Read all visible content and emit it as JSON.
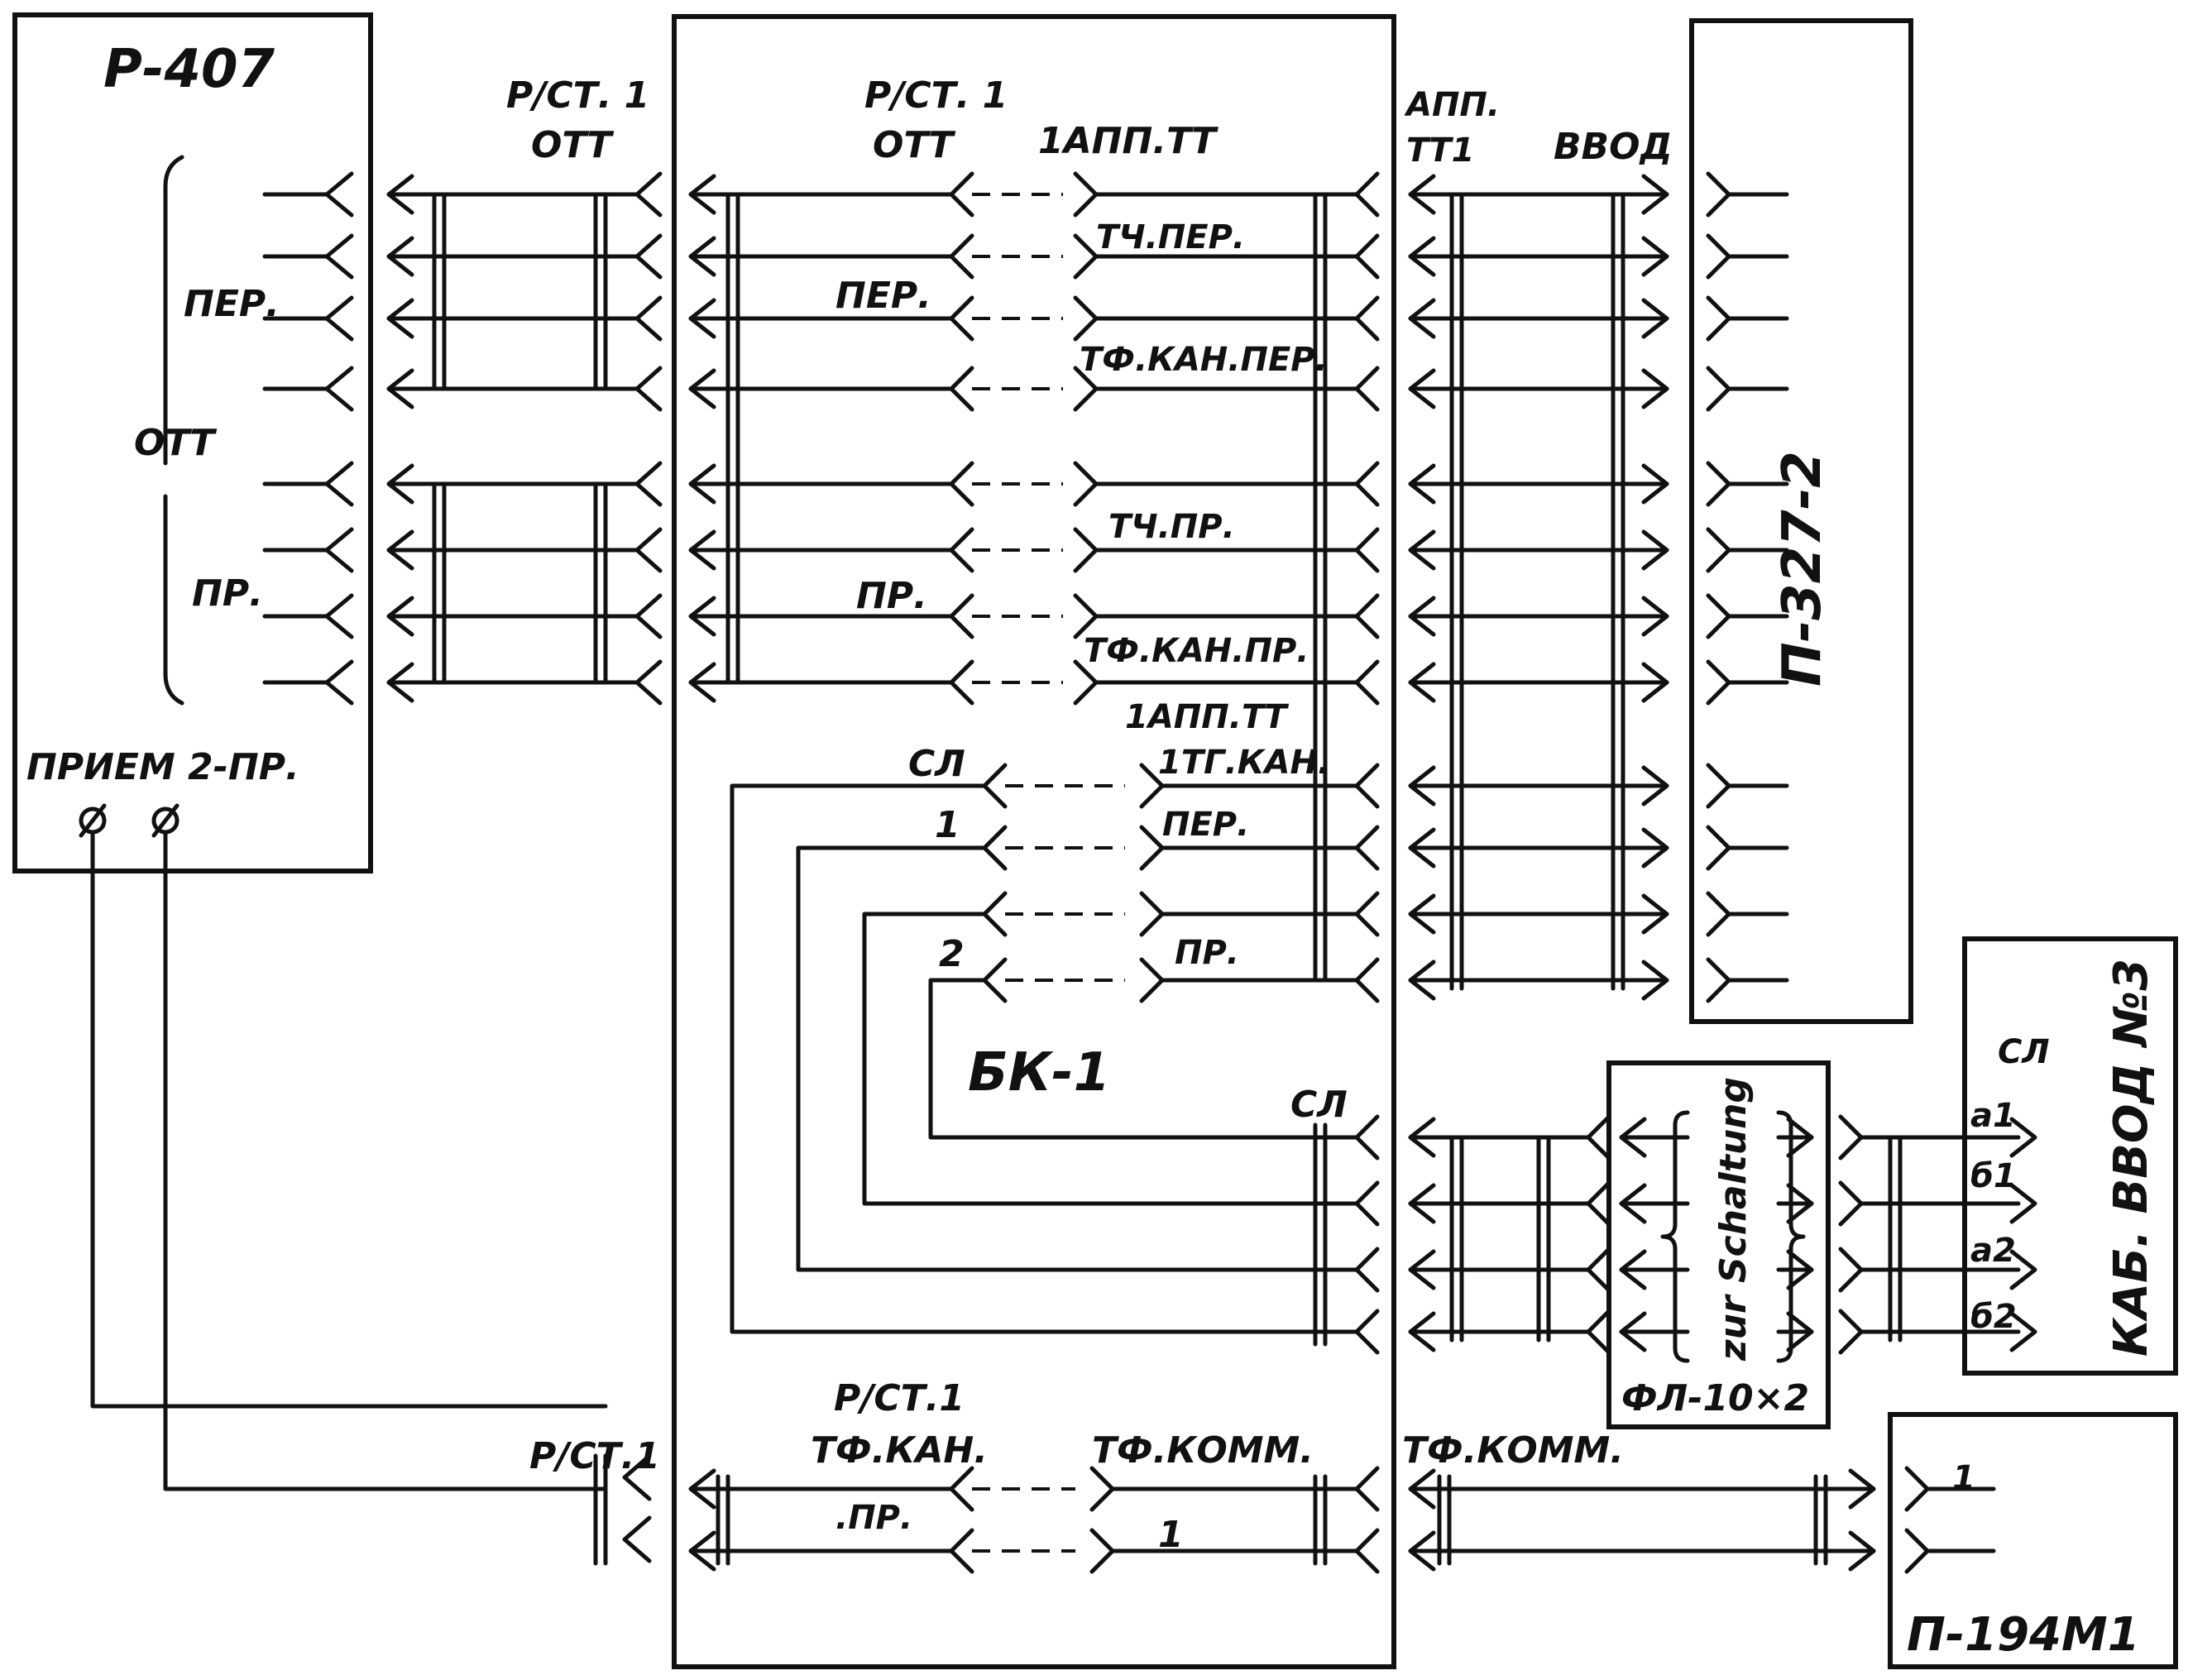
{
  "labels": {
    "r407": "Р-407",
    "ott_group": "ОТТ",
    "per_group": "ПЕР.",
    "pr_group": "ПР.",
    "priem": "ПРИЕМ 2-ПР.",
    "rst1_top_line1": "Р/СТ. 1",
    "rst1_top_line2": "ОТТ",
    "bk_rst1_line1": "Р/СТ. 1",
    "bk_rst1_line2": "ОТТ",
    "bk_app_tt_top": "1АПП.ТТ",
    "bk_per": "ПЕР.",
    "bk_pr": "ПР.",
    "tch_per": "ТЧ.ПЕР.",
    "tf_kan_per": "ТФ.КАН.ПЕР.",
    "tch_pr": "ТЧ.ПР.",
    "tf_kan_pr": "ТФ.КАН.ПР.",
    "app_tt_mid": "1АПП.ТТ",
    "tg_kan": "1ТГ.КАН.",
    "sl_left": "СЛ",
    "n1": "1",
    "n2": "2",
    "per_small": "ПЕР.",
    "pr_small": "ПР.",
    "bk1": "БК-1",
    "sl_bk": "СЛ",
    "app_tt1_line1": "АПП.",
    "app_tt1_line2": "ТТ1",
    "vvod": "ВВОД",
    "p327": "П-327-2",
    "schaltung": "zur Schaltung",
    "fl10": "ФЛ-10×2",
    "kab_vvod": "КАБ. ВВОД №3",
    "kab_sl": "СЛ",
    "a1": "а1",
    "b1": "б1",
    "a2": "а2",
    "b2": "б2",
    "rst1_bottom": "Р/СТ.1",
    "bk_rst1_bot_line1": "Р/СТ.1",
    "bk_rst1_bot_line2": "ТФ.КАН.",
    "bk_pr_bot": ".ПР.",
    "tf_komm_bk": "ТФ.КОММ.",
    "n1_bot": "1",
    "tf_komm_out": "ТФ.КОММ.",
    "p194": "П-194М1",
    "p194_n1": "1"
  }
}
